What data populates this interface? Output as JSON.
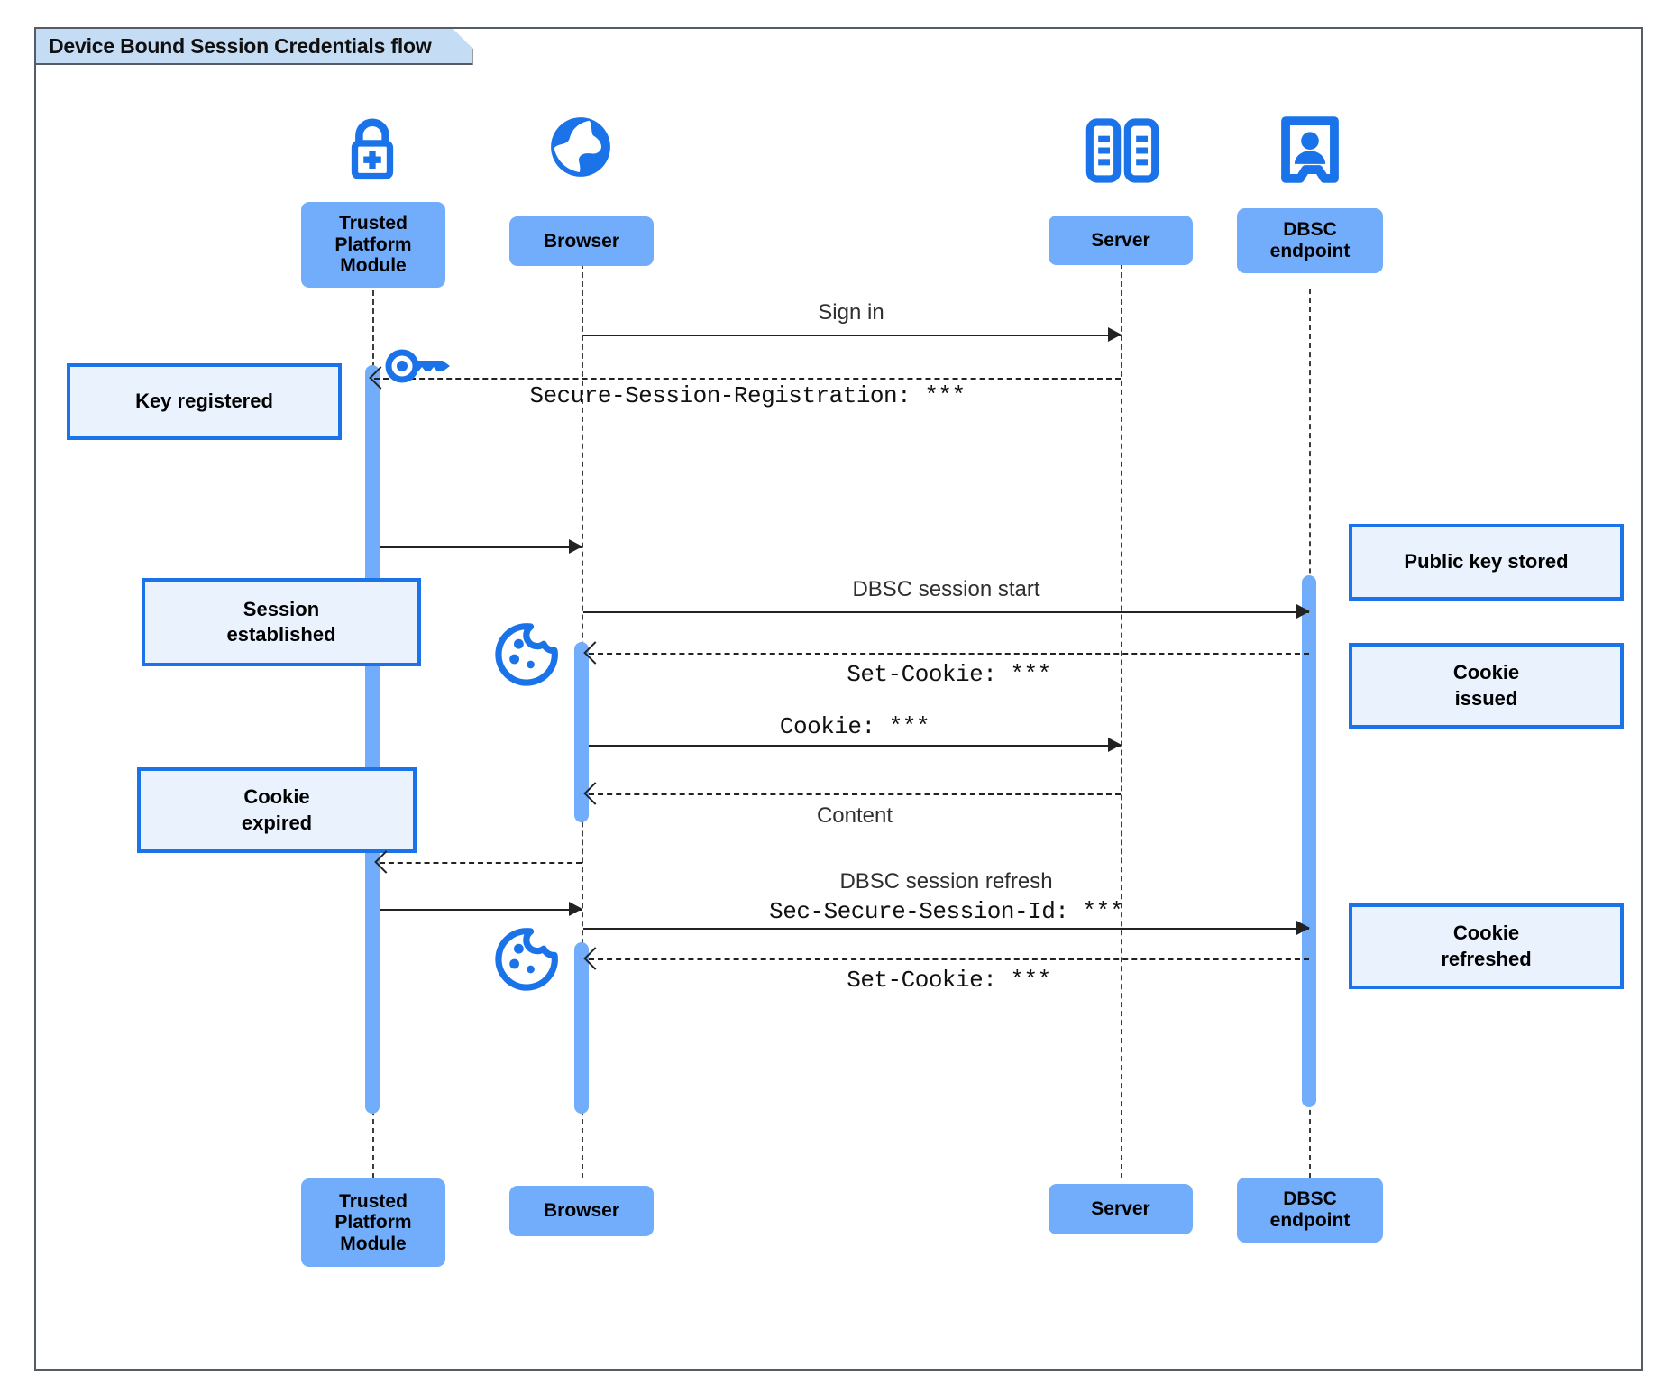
{
  "frame": {
    "title": "Device Bound Session Credentials flow"
  },
  "colors": {
    "participant_fill": "#71adfb",
    "note_fill": "#eaf2fd",
    "note_border": "#1a73e8",
    "icon_blue": "#1a73e8",
    "activation": "#71adfb",
    "frame_border": "#555c63",
    "title_fill": "#c5dcf5"
  },
  "participants": [
    {
      "id": "tpm",
      "label": "Trusted\nPlatform\nModule",
      "icon": "padlock-plus-icon"
    },
    {
      "id": "browser",
      "label": "Browser",
      "icon": "globe-icon"
    },
    {
      "id": "server",
      "label": "Server",
      "icon": "server-rack-icon"
    },
    {
      "id": "dbsc",
      "label": "DBSC\nendpoint",
      "icon": "id-badge-icon"
    }
  ],
  "notes": [
    {
      "id": "key-registered",
      "text": "Key registered"
    },
    {
      "id": "session-established",
      "text": "Session\nestablished"
    },
    {
      "id": "cookie-expired",
      "text": "Cookie\nexpired"
    },
    {
      "id": "public-key-stored",
      "text": "Public key stored"
    },
    {
      "id": "cookie-issued",
      "text": "Cookie\nissued"
    },
    {
      "id": "cookie-refreshed",
      "text": "Cookie\nrefreshed"
    }
  ],
  "messages": [
    {
      "id": "sign-in",
      "from": "browser",
      "to": "server",
      "style": "solid",
      "label": "Sign in",
      "font": "sans"
    },
    {
      "id": "secure-session-registration",
      "from": "server",
      "to": "tpm",
      "style": "dashed",
      "label": "Secure-Session-Registration: ***",
      "font": "mono"
    },
    {
      "id": "tpm-to-browser-key",
      "from": "tpm",
      "to": "browser",
      "style": "solid",
      "label": "",
      "font": "sans"
    },
    {
      "id": "dbsc-session-start",
      "from": "browser",
      "to": "dbsc",
      "style": "solid",
      "label": "DBSC session start",
      "font": "sans"
    },
    {
      "id": "set-cookie-1",
      "from": "dbsc",
      "to": "browser",
      "style": "dashed",
      "label": "Set-Cookie: ***",
      "font": "mono"
    },
    {
      "id": "cookie-request",
      "from": "browser",
      "to": "server",
      "style": "solid",
      "label": "Cookie: ***",
      "font": "mono"
    },
    {
      "id": "content",
      "from": "server",
      "to": "browser",
      "style": "dashed",
      "label": "Content",
      "font": "sans"
    },
    {
      "id": "cookie-expired-signal",
      "from": "browser",
      "to": "tpm",
      "style": "dashed",
      "label": "",
      "font": "sans"
    },
    {
      "id": "tpm-to-browser-refresh",
      "from": "tpm",
      "to": "browser",
      "style": "solid",
      "label": "",
      "font": "sans"
    },
    {
      "id": "dbsc-session-refresh",
      "from": "browser",
      "to": "dbsc",
      "style": "solid",
      "label": "DBSC session refresh",
      "sublabel": "Sec-Secure-Session-Id: ***",
      "font": "sans"
    },
    {
      "id": "set-cookie-2",
      "from": "dbsc",
      "to": "browser",
      "style": "dashed",
      "label": "Set-Cookie: ***",
      "font": "mono"
    }
  ],
  "inline_icons": [
    {
      "id": "key-icon",
      "name": "key-icon"
    },
    {
      "id": "cookie-icon-1",
      "name": "cookie-icon"
    },
    {
      "id": "cookie-icon-2",
      "name": "cookie-icon"
    }
  ]
}
